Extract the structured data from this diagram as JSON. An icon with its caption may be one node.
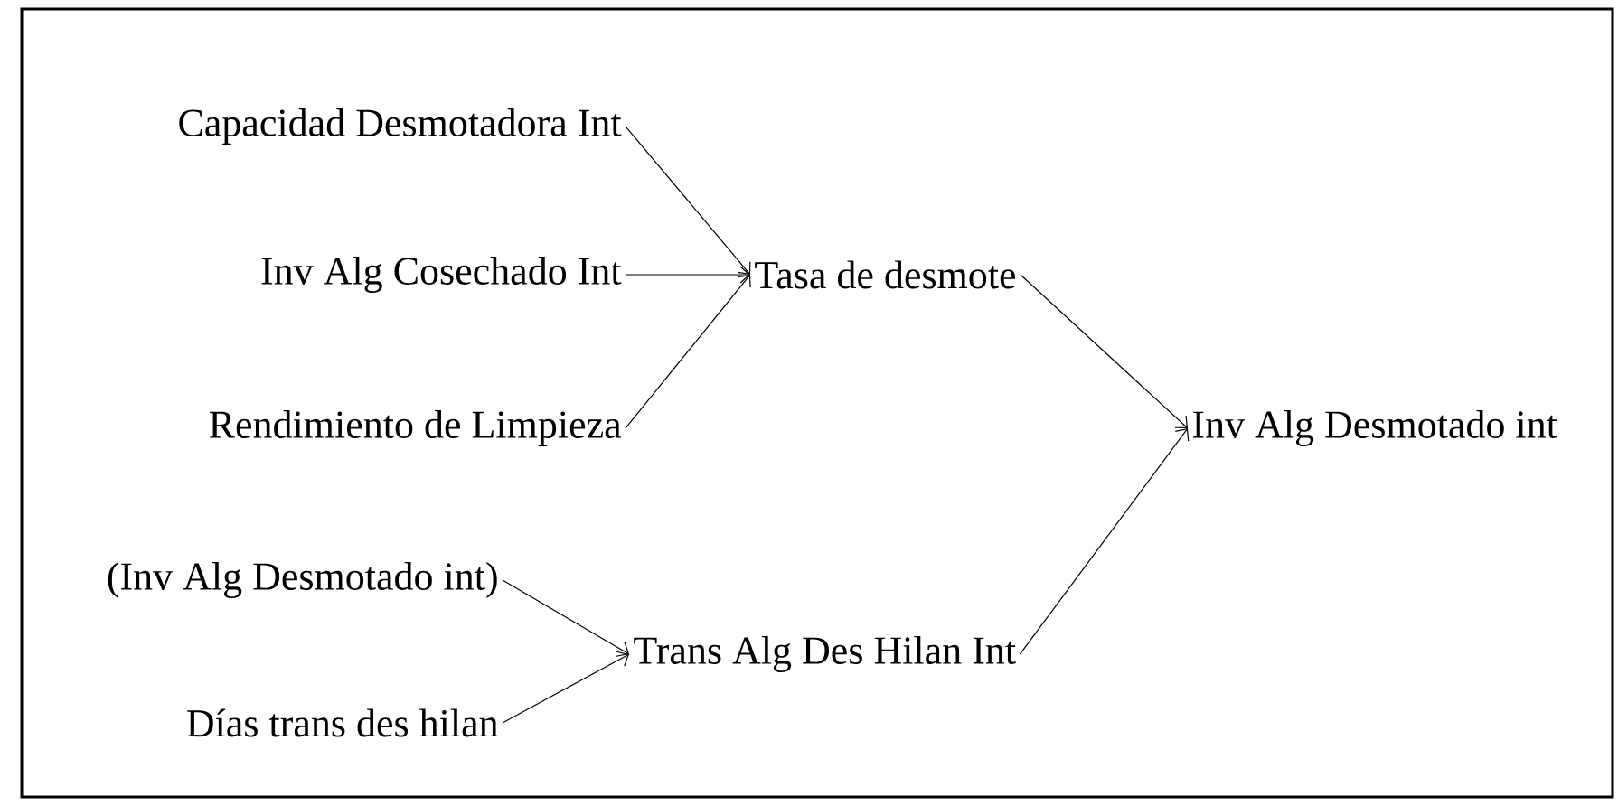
{
  "diagram": {
    "nodes": [
      {
        "text": [
          "Capacidad Desmotadora Int"
        ]
      },
      {
        "text": [
          "Inv Alg Cosechado Int"
        ]
      },
      {
        "text": [
          "Rendimiento de Limpieza"
        ]
      },
      {
        "text": [
          "Tasa de desmote"
        ]
      },
      {
        "text": [
          "(Inv Alg Desmotado int)"
        ]
      },
      {
        "text": [
          "Días trans des hilan"
        ]
      },
      {
        "text": [
          "Trans Alg Des Hilan Int"
        ]
      },
      {
        "text": [
          "Inv Alg Desmotado int"
        ]
      }
    ],
    "edges": [
      {
        "from": 0,
        "to": 3,
        "arrow": "to"
      },
      {
        "from": 1,
        "to": 3,
        "arrow": "to"
      },
      {
        "from": 2,
        "to": 3,
        "arrow": "to"
      },
      {
        "from": 4,
        "to": 6,
        "arrow": "to"
      },
      {
        "from": 5,
        "to": 6,
        "arrow": "to"
      },
      {
        "from": 3,
        "to": 7,
        "arrow": "to"
      },
      {
        "from": 6,
        "to": 7,
        "arrow": "to"
      }
    ]
  }
}
